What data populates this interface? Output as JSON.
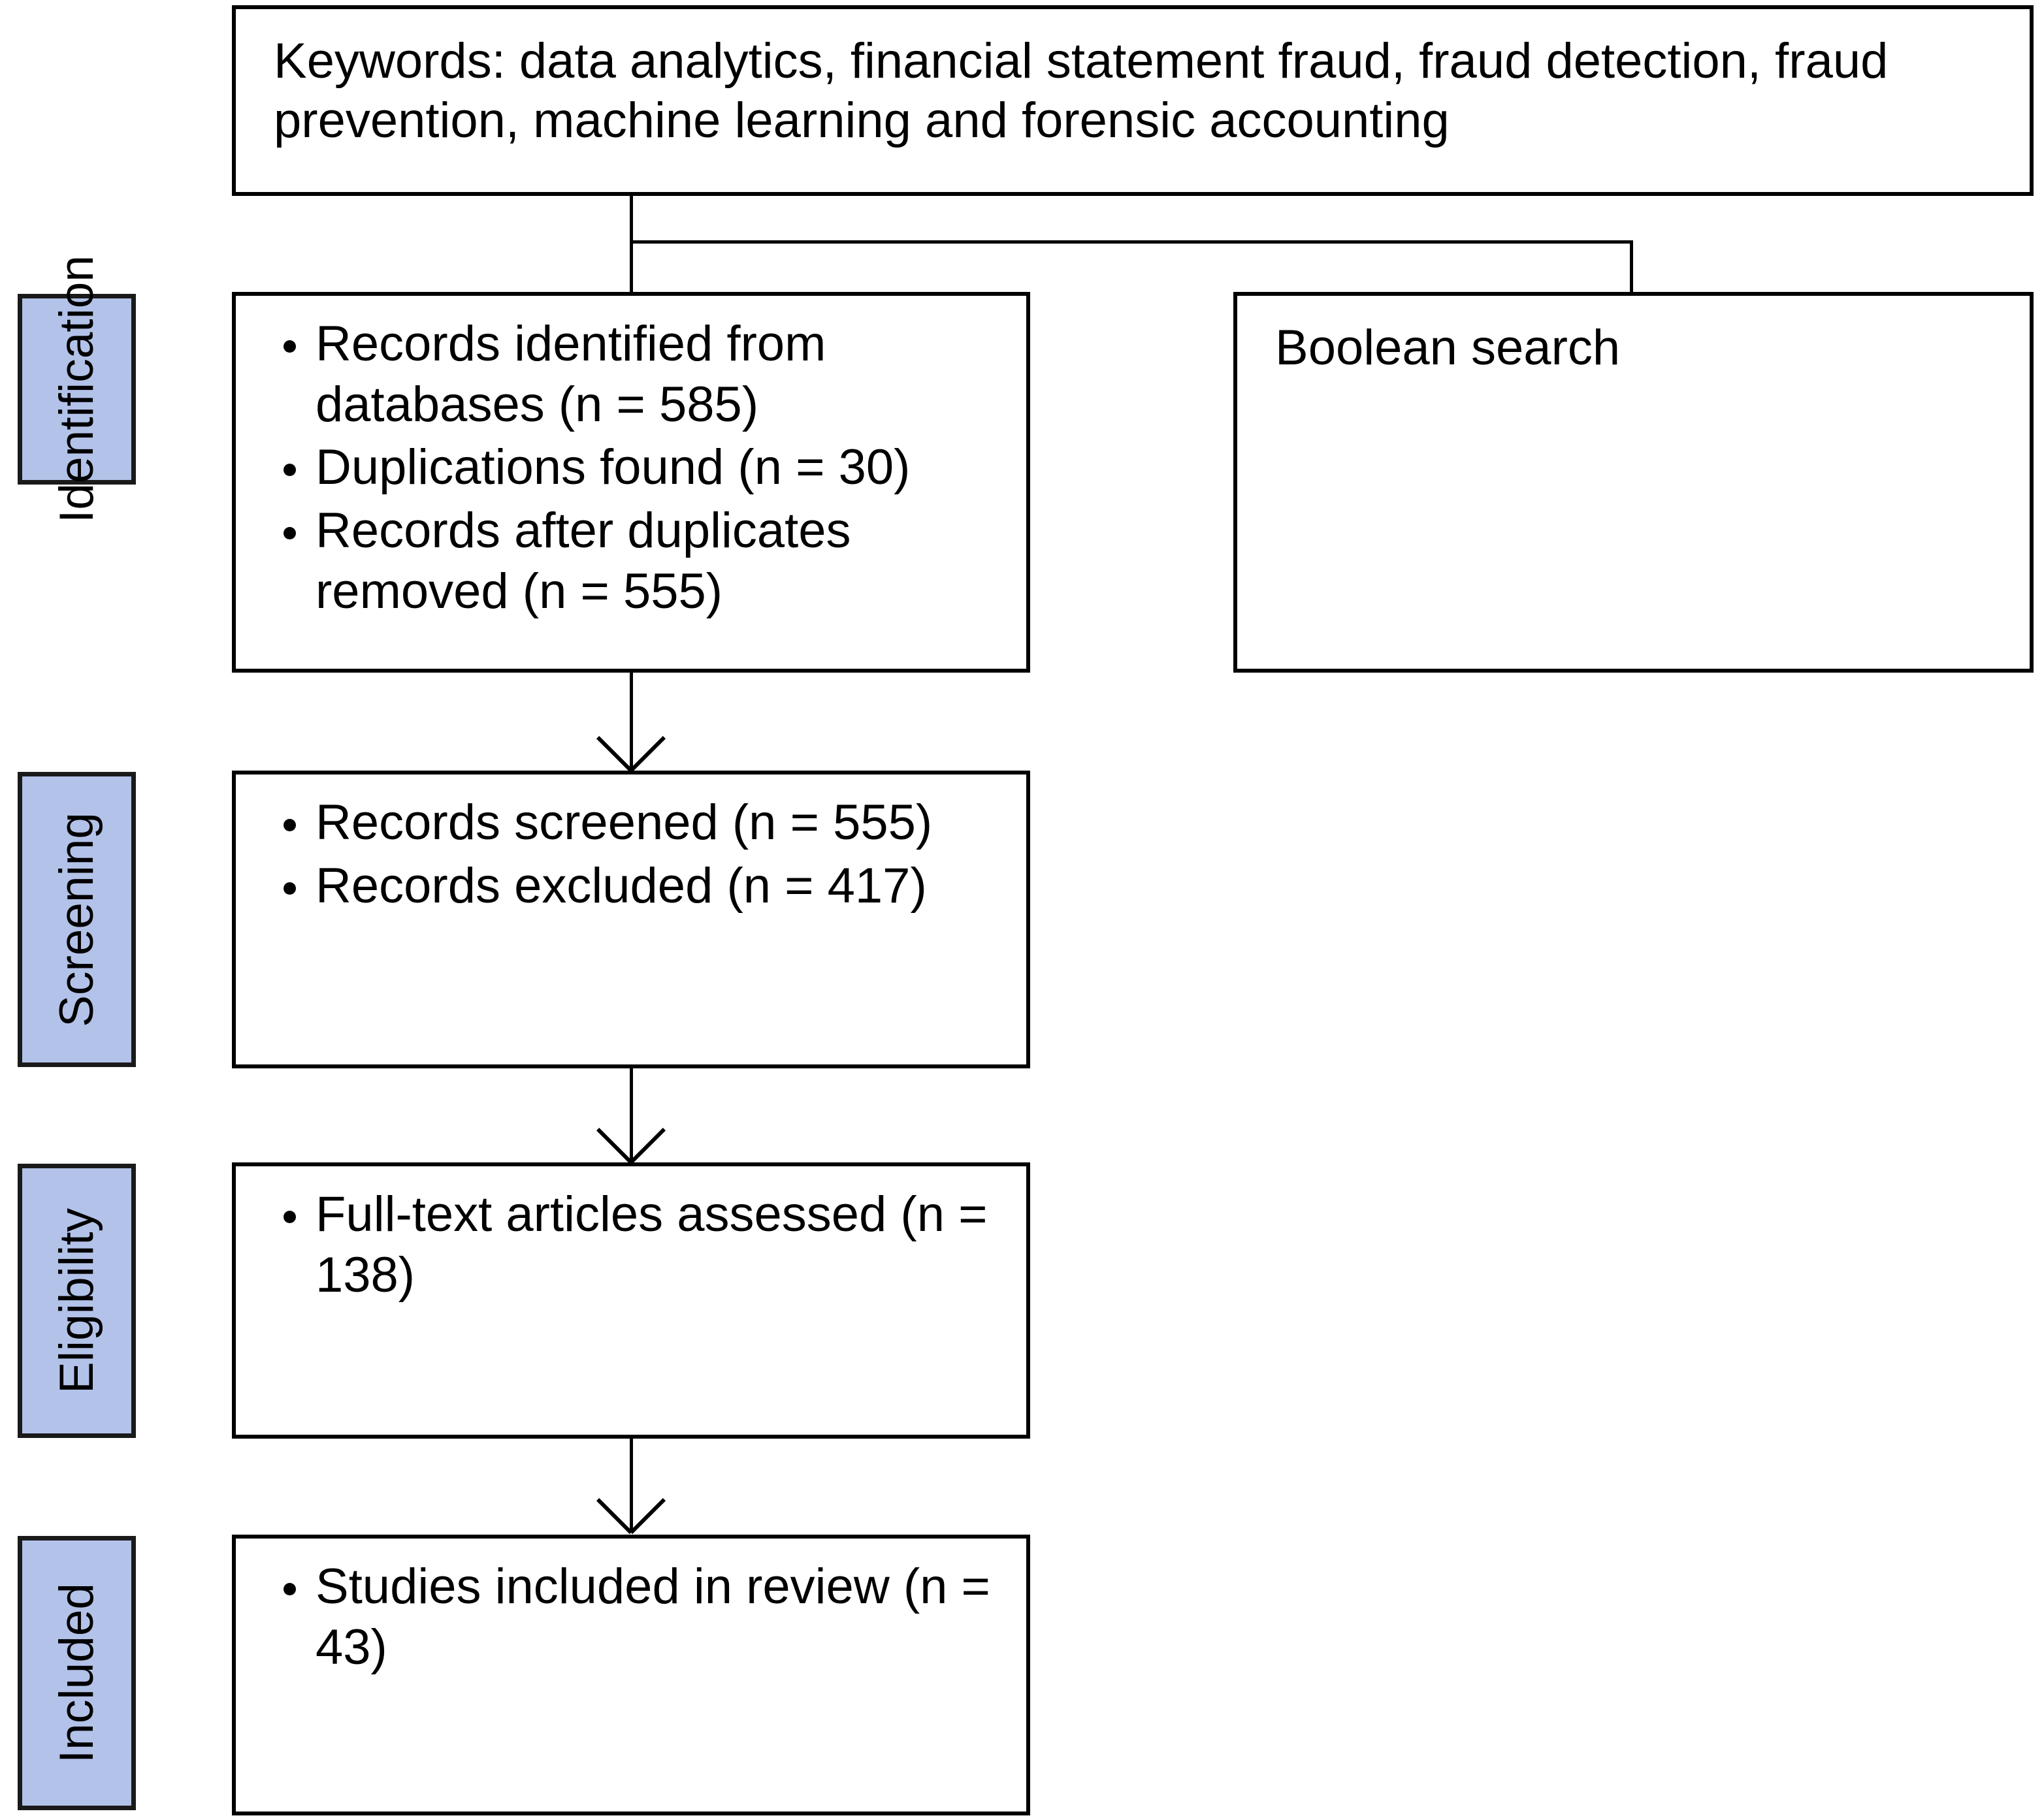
{
  "diagram": {
    "title": "PRISMA study selection flow diagram",
    "accent_color": "#b3c2e8",
    "line_color": "#000000",
    "keywords_box": {
      "text": "Keywords: data analytics, financial statement fraud, fraud detection, fraud prevention, machine learning and forensic accounting"
    },
    "boolean_box": {
      "text": "Boolean search"
    },
    "stages": [
      {
        "label": "Identification",
        "items": [
          "Records identified from databases (n = 585)",
          "Duplications found (n = 30)",
          "Records after duplicates removed (n = 555)"
        ]
      },
      {
        "label": "Screening",
        "items": [
          "Records screened (n = 555)",
          "Records excluded (n = 417)"
        ]
      },
      {
        "label": "Eligibility",
        "items": [
          "Full-text articles assessed (n = 138)"
        ]
      },
      {
        "label": "Included",
        "items": [
          "Studies included in review (n = 43)"
        ]
      }
    ]
  }
}
